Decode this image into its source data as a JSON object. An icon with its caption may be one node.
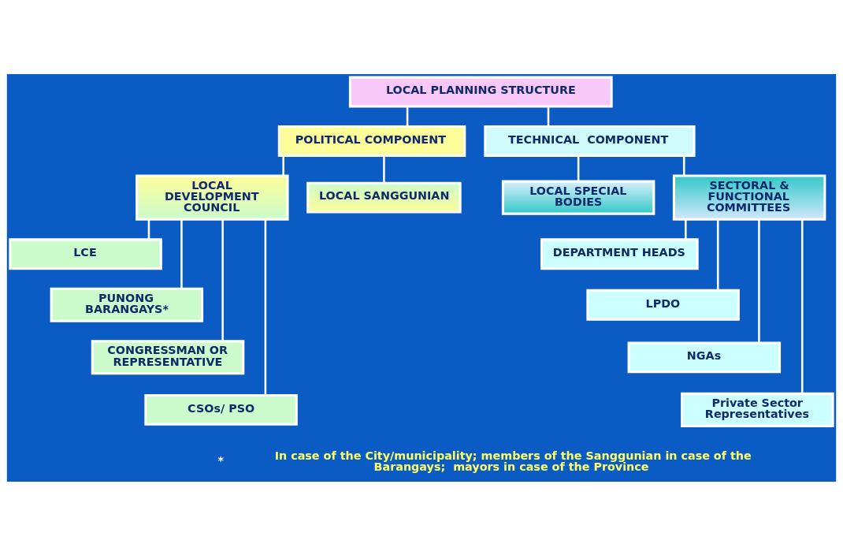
{
  "diagram": {
    "nodes": [
      {
        "text": [
          "LOCAL PLANNING STRUCTURE"
        ]
      },
      {
        "text": [
          "POLITICAL COMPONENT"
        ]
      },
      {
        "text": [
          "TECHNICAL  COMPONENT"
        ]
      },
      {
        "text": [
          "LOCAL DEVELOPMENT COUNCIL"
        ]
      },
      {
        "text": [
          "LOCAL SANGGUNIAN"
        ]
      },
      {
        "text": [
          "LOCAL SPECIAL BODIES"
        ]
      },
      {
        "text": [
          "SECTORAL & FUNCTIONAL COMMITTEES"
        ]
      },
      {
        "text": [
          "LCE"
        ]
      },
      {
        "text": [
          "PUNONG BARANGAYS*"
        ]
      },
      {
        "text": [
          "CONGRESSMAN OR REPRESENTATIVE"
        ]
      },
      {
        "text": [
          "CSOs/ PSO"
        ]
      },
      {
        "text": [
          "DEPARTMENT HEADS"
        ]
      },
      {
        "text": [
          "LPDO"
        ]
      },
      {
        "text": [
          "NGAs"
        ]
      },
      {
        "text": [
          "Private Sector Representatives"
        ]
      }
    ],
    "edges": [
      {
        "from": 0,
        "to": 1,
        "arrow": "none"
      },
      {
        "from": 0,
        "to": 2,
        "arrow": "none"
      },
      {
        "from": 1,
        "to": 3,
        "arrow": "none"
      },
      {
        "from": 1,
        "to": 4,
        "arrow": "none"
      },
      {
        "from": 2,
        "to": 5,
        "arrow": "none"
      },
      {
        "from": 2,
        "to": 6,
        "arrow": "none"
      },
      {
        "from": 3,
        "to": 7,
        "arrow": "none"
      },
      {
        "from": 3,
        "to": 8,
        "arrow": "none"
      },
      {
        "from": 3,
        "to": 9,
        "arrow": "none"
      },
      {
        "from": 3,
        "to": 10,
        "arrow": "none"
      },
      {
        "from": 6,
        "to": 11,
        "arrow": "none"
      },
      {
        "from": 6,
        "to": 12,
        "arrow": "none"
      },
      {
        "from": 6,
        "to": 13,
        "arrow": "none"
      },
      {
        "from": 6,
        "to": 14,
        "arrow": "none"
      }
    ],
    "labels": [
      "*",
      "In case of the City/municipality; members of the Sanggunian in case of the Barangays;  mayors in case of the Province"
    ]
  }
}
